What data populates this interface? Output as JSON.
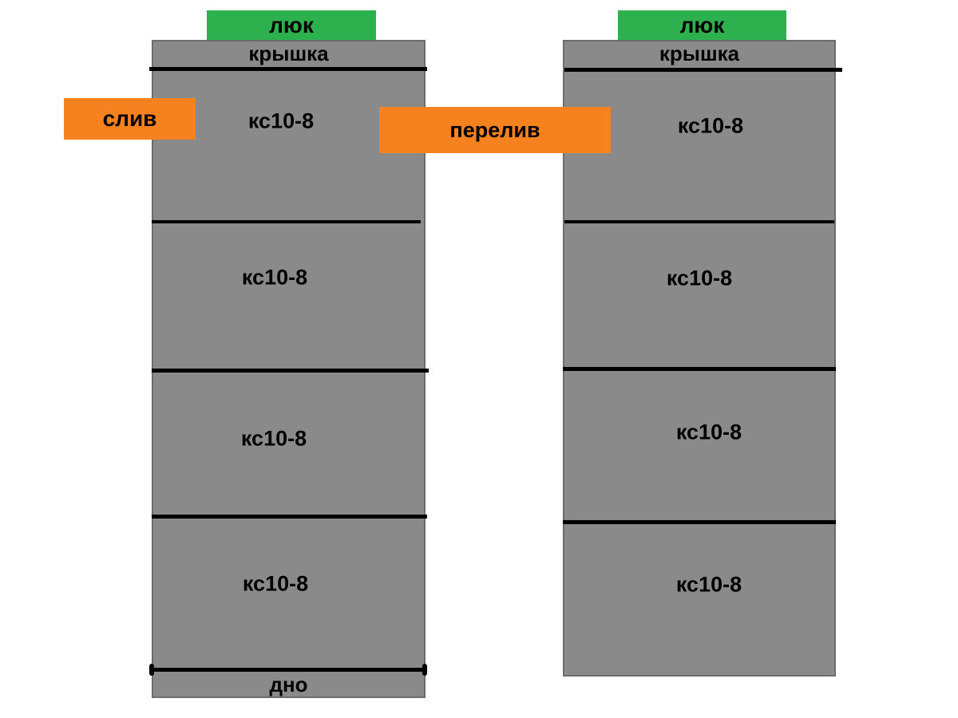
{
  "colors": {
    "hatch_green": "#2db04e",
    "pipe_orange": "#f6821f",
    "concrete_gray": "#8a8a8a",
    "line_black": "#000000"
  },
  "left_tank": {
    "hatch_label": "люк",
    "cover_label": "крышка",
    "rings": [
      "кс10-8",
      "кс10-8",
      "кс10-8",
      "кс10-8"
    ],
    "bottom_label": "дно"
  },
  "right_tank": {
    "hatch_label": "люк",
    "cover_label": "крышка",
    "rings": [
      "кс10-8",
      "кс10-8",
      "кс10-8",
      "кс10-8"
    ]
  },
  "pipes": {
    "drain_label": "слив",
    "overflow_label": "перелив"
  }
}
